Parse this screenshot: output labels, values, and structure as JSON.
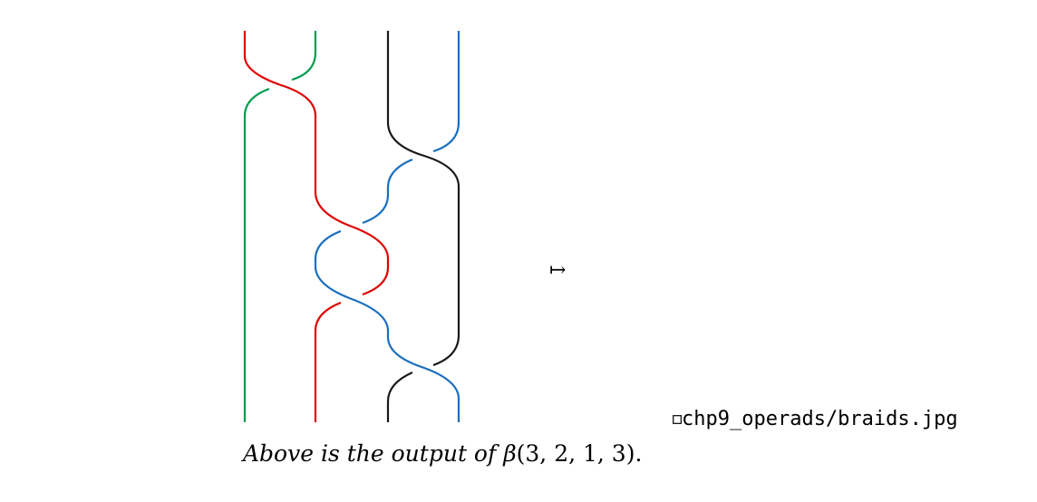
{
  "colors": {
    "green": "#009e4f",
    "red": "#e00000",
    "black": "#1a1a1a",
    "blue": "#1a6fbf"
  },
  "mapsto_symbol": "↦",
  "missing_image": {
    "icon": "broken-image-icon",
    "filename": "chp9_operads/braids.jpg"
  },
  "caption": {
    "prefix": "Above is the output of ",
    "beta": "β",
    "args": "(3, 2, 1, 3)."
  }
}
